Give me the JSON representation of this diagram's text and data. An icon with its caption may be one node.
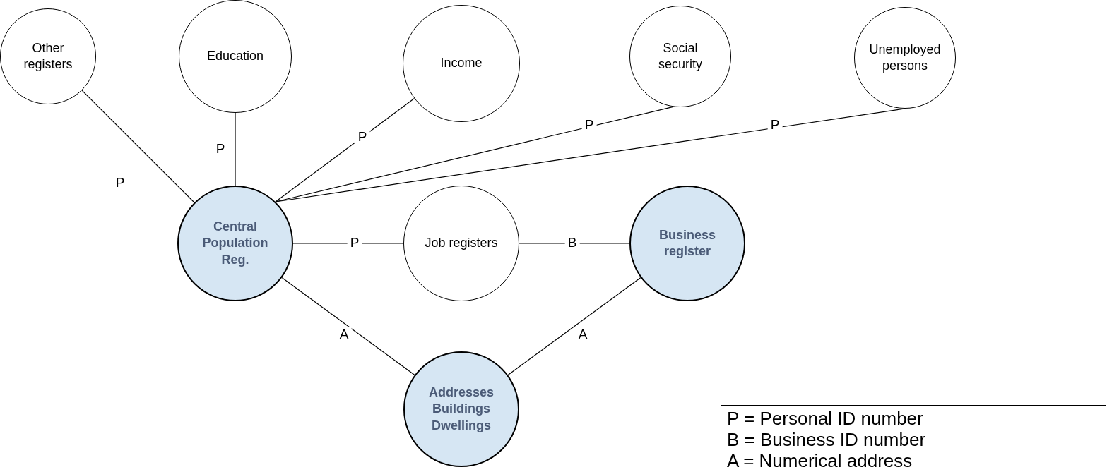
{
  "diagram": {
    "nodes": [
      {
        "text": [
          "Other registers"
        ]
      },
      {
        "text": [
          "Education"
        ]
      },
      {
        "text": [
          "Income"
        ]
      },
      {
        "text": [
          "Social security"
        ]
      },
      {
        "text": [
          "Unemployed persons"
        ]
      },
      {
        "text": [
          "Central Population Reg."
        ]
      },
      {
        "text": [
          "Job registers"
        ]
      },
      {
        "text": [
          "Business register"
        ]
      },
      {
        "text": [
          "Addresses Buildings Dwellings"
        ]
      }
    ],
    "edges": [
      {
        "from": 0,
        "to": 5,
        "label": "P",
        "arrow": "none"
      },
      {
        "from": 1,
        "to": 5,
        "label": "P",
        "arrow": "none"
      },
      {
        "from": 2,
        "to": 5,
        "label": "P",
        "arrow": "none"
      },
      {
        "from": 3,
        "to": 5,
        "label": "P",
        "arrow": "none"
      },
      {
        "from": 4,
        "to": 5,
        "label": "P",
        "arrow": "none"
      },
      {
        "from": 5,
        "to": 6,
        "label": "P",
        "arrow": "none"
      },
      {
        "from": 6,
        "to": 7,
        "label": "B",
        "arrow": "none"
      },
      {
        "from": 5,
        "to": 8,
        "label": "A",
        "arrow": "none"
      },
      {
        "from": 7,
        "to": 8,
        "label": "A",
        "arrow": "none"
      }
    ],
    "labels": [
      "P = Personal ID number",
      "B = Business ID number",
      "A = Numerical address"
    ]
  }
}
